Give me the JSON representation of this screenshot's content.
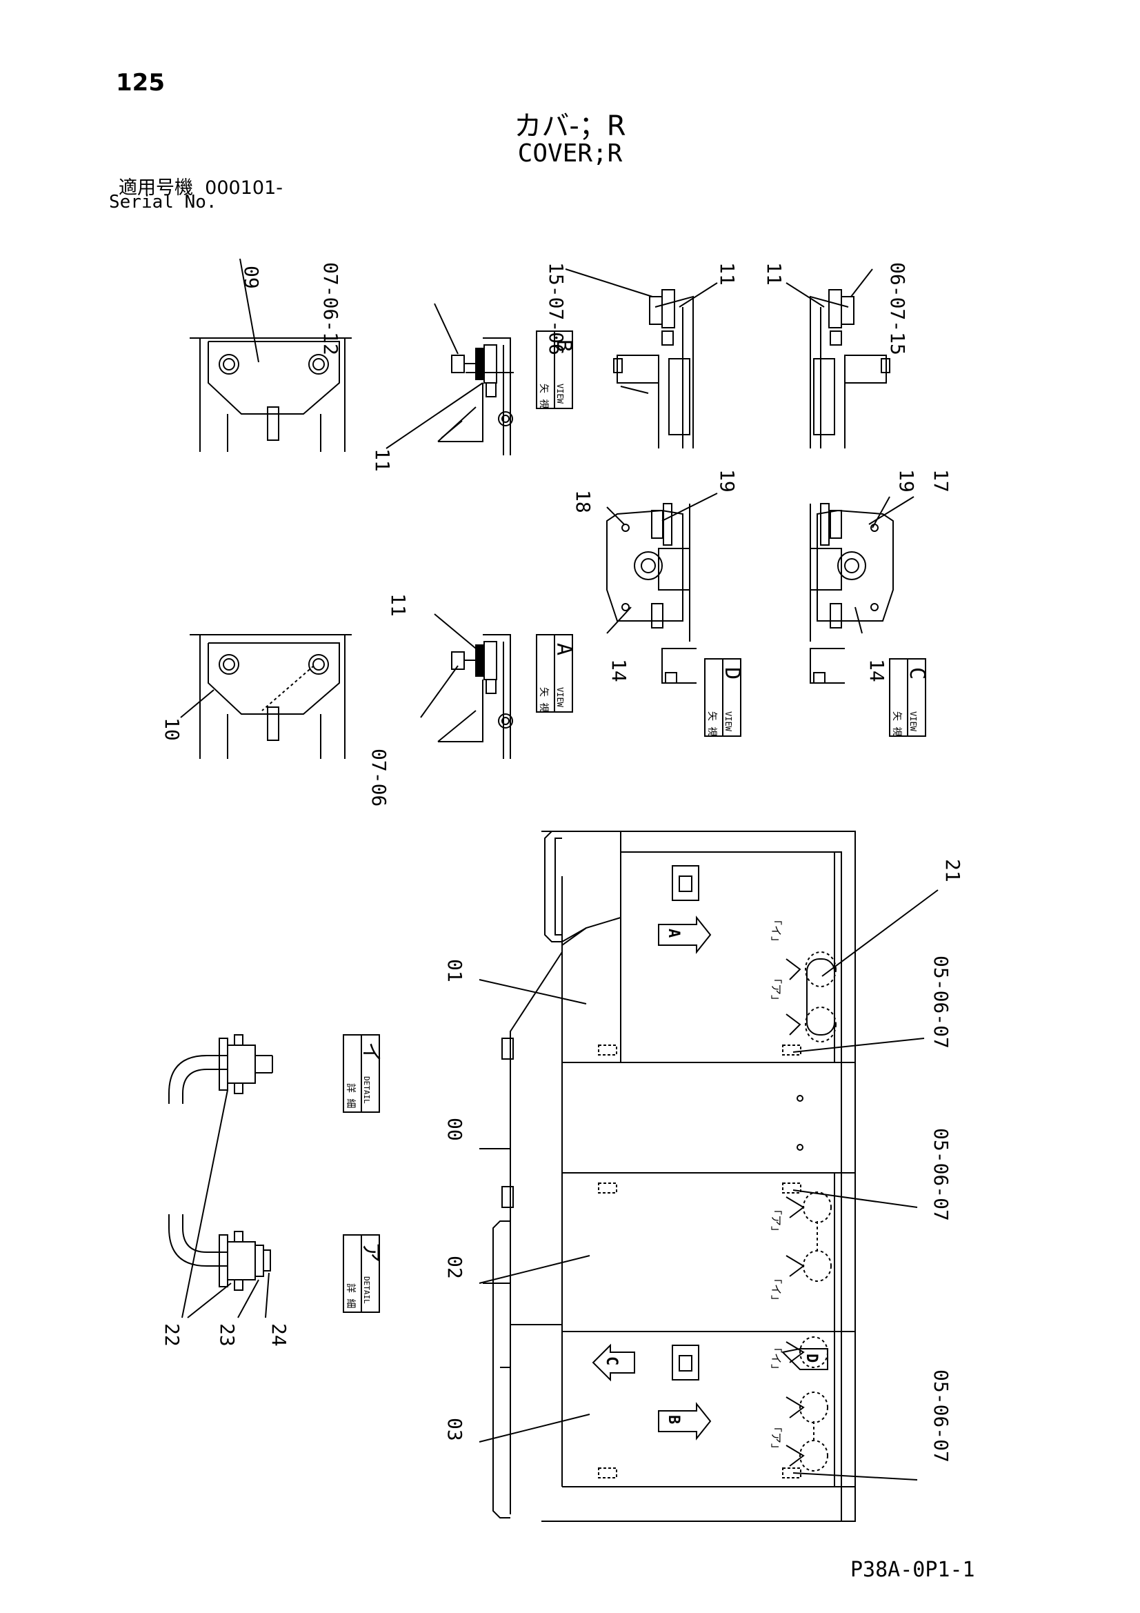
{
  "header": {
    "page_number": "125",
    "title_jp": "カバ-；R",
    "title_en": "COVER;R",
    "serial_label_jp": "適用号機",
    "serial_value": "000101-",
    "serial_label_en": "Serial No."
  },
  "footer": {
    "drawing_code": "P38A-0P1-1"
  },
  "callouts": {
    "c09": "09",
    "c07_06_12": "07-06-12",
    "c11_b": "11",
    "c15_07_06_l": "15-07-06",
    "c11_top_l": "11",
    "c11_top_r": "11",
    "c06_07_15_r": "06-07-15",
    "c18": "18",
    "c19_l": "19",
    "c19_r": "19",
    "c17": "17",
    "c11_a": "11",
    "c07_06_a": "07-06",
    "c10": "10",
    "c14_l": "14",
    "c14_r": "14",
    "c21": "21",
    "c01": "01",
    "c00": "00",
    "c02": "02",
    "c03": "03",
    "c05_1": "05-06-07",
    "c05_2": "05-06-07",
    "c05_3": "05-06-07",
    "c22": "22",
    "c23": "23",
    "c24": "24"
  },
  "view_labels": {
    "b": {
      "jp": "矢 視",
      "en": "VIEW",
      "letter": "B"
    },
    "a": {
      "jp": "矢 視",
      "en": "VIEW",
      "letter": "A"
    },
    "d": {
      "jp": "矢 視",
      "en": "VIEW",
      "letter": "D"
    },
    "c": {
      "jp": "矢 視",
      "en": "VIEW",
      "letter": "C"
    },
    "detail_i": {
      "jp": "詳 細",
      "en": "DETAIL",
      "letter": "イ"
    },
    "detail_a": {
      "jp": "詳 細",
      "en": "DETAIL",
      "letter": "ア"
    }
  },
  "arrows": {
    "a": "A",
    "b": "B",
    "c": "C",
    "d": "D"
  },
  "detail_marks": {
    "i": "「イ」",
    "a": "「ア」"
  }
}
